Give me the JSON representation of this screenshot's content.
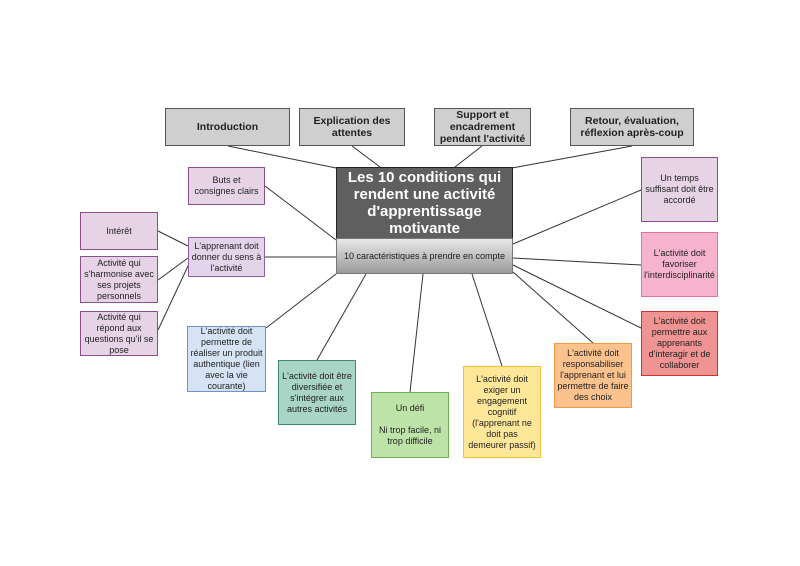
{
  "title": "Les 10 conditions qui rendent une activité d'apprentissage motivante",
  "subtitle": "10 caractéristiques à prendre en compte",
  "phases": [
    "Introduction",
    "Explication des attentes",
    "Support et encadrement pendant l'activité",
    "Retour, évaluation, réflexion après-coup"
  ],
  "conditions": {
    "buts": "Buts et consignes clairs",
    "sens": "L'apprenant doit donner du sens à l'activité",
    "interet": "Intérêt",
    "harmonise": "Activité qui s'harmonise avec ses projets personnels",
    "repond": "Activité qui répond aux questions qu'il se pose",
    "produit": "L'activité doit permettre de réaliser un produit authentique (lien avec la vie courante)",
    "diversifiee": "L'activité doit être diversifiée et s'intégrer aux autres activités",
    "defi": "Un défi\n\nNi trop facile, ni trop difficile",
    "cognitif": "L'activité doit exiger un engagement cognitif (l'apprenant ne doit pas demeurer passif)",
    "responsabiliser": "L'activité doit responsabiliser l'apprenant et lui permettre de faire des choix",
    "collaborer": "L'activité doit permettre aux apprenants d'interagir et de collaborer",
    "interdisciplinarite": "L'activité doit favoriser l'interdisciplinarité",
    "temps": "Un temps suffisant doit être accordé"
  }
}
